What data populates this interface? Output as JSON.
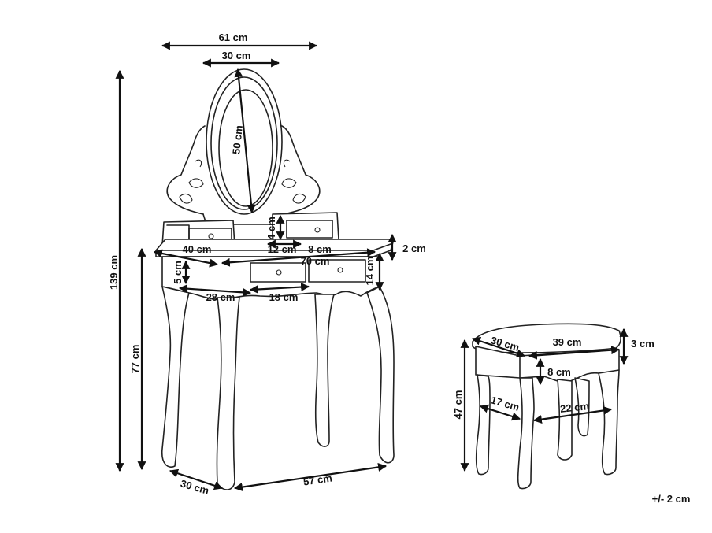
{
  "diagram": {
    "vanity": {
      "width_top": "61 cm",
      "mirror_width": "30 cm",
      "mirror_height": "50 cm",
      "total_height": "139 cm",
      "table_height": "77 cm",
      "upper_drawer_height": "4 cm",
      "upper_drawer_width": "12 cm",
      "upper_drawer_width_inner": "8 cm",
      "top_thickness": "2 cm",
      "depth_top": "40 cm",
      "table_width_top": "70 cm",
      "apron_height": "14 cm",
      "drawer_height": "5 cm",
      "drawer_width_left": "28 cm",
      "drawer_width_right": "18 cm",
      "depth_bottom": "30 cm",
      "width_bottom": "57 cm"
    },
    "stool": {
      "depth": "30 cm",
      "width": "39 cm",
      "cushion_height": "3 cm",
      "apron_height": "8 cm",
      "height": "47 cm",
      "leg_depth": "17 cm",
      "leg_width": "22 cm"
    },
    "tolerance": "+/- 2 cm"
  }
}
